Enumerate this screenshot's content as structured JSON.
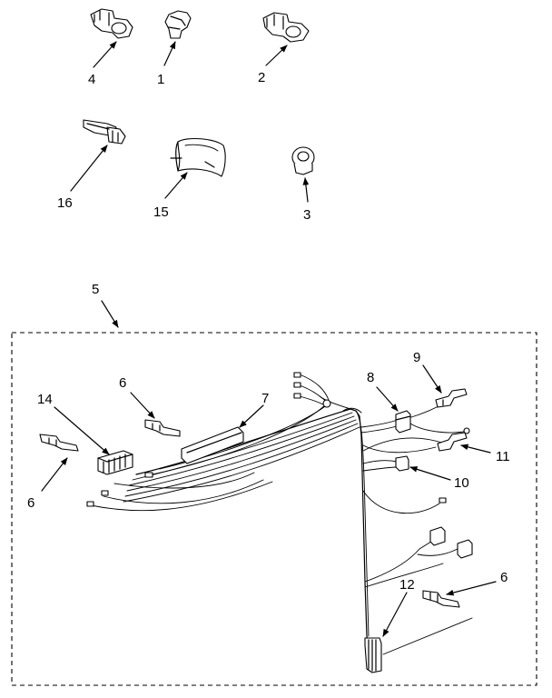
{
  "labels": {
    "p1": "1",
    "p2": "2",
    "p3": "3",
    "p4": "4",
    "p5": "5",
    "p6a": "6",
    "p6b": "6",
    "p6c": "6",
    "p7": "7",
    "p8": "8",
    "p9": "9",
    "p10": "10",
    "p11": "11",
    "p12": "12",
    "p14": "14",
    "p15": "15",
    "p16": "16"
  }
}
